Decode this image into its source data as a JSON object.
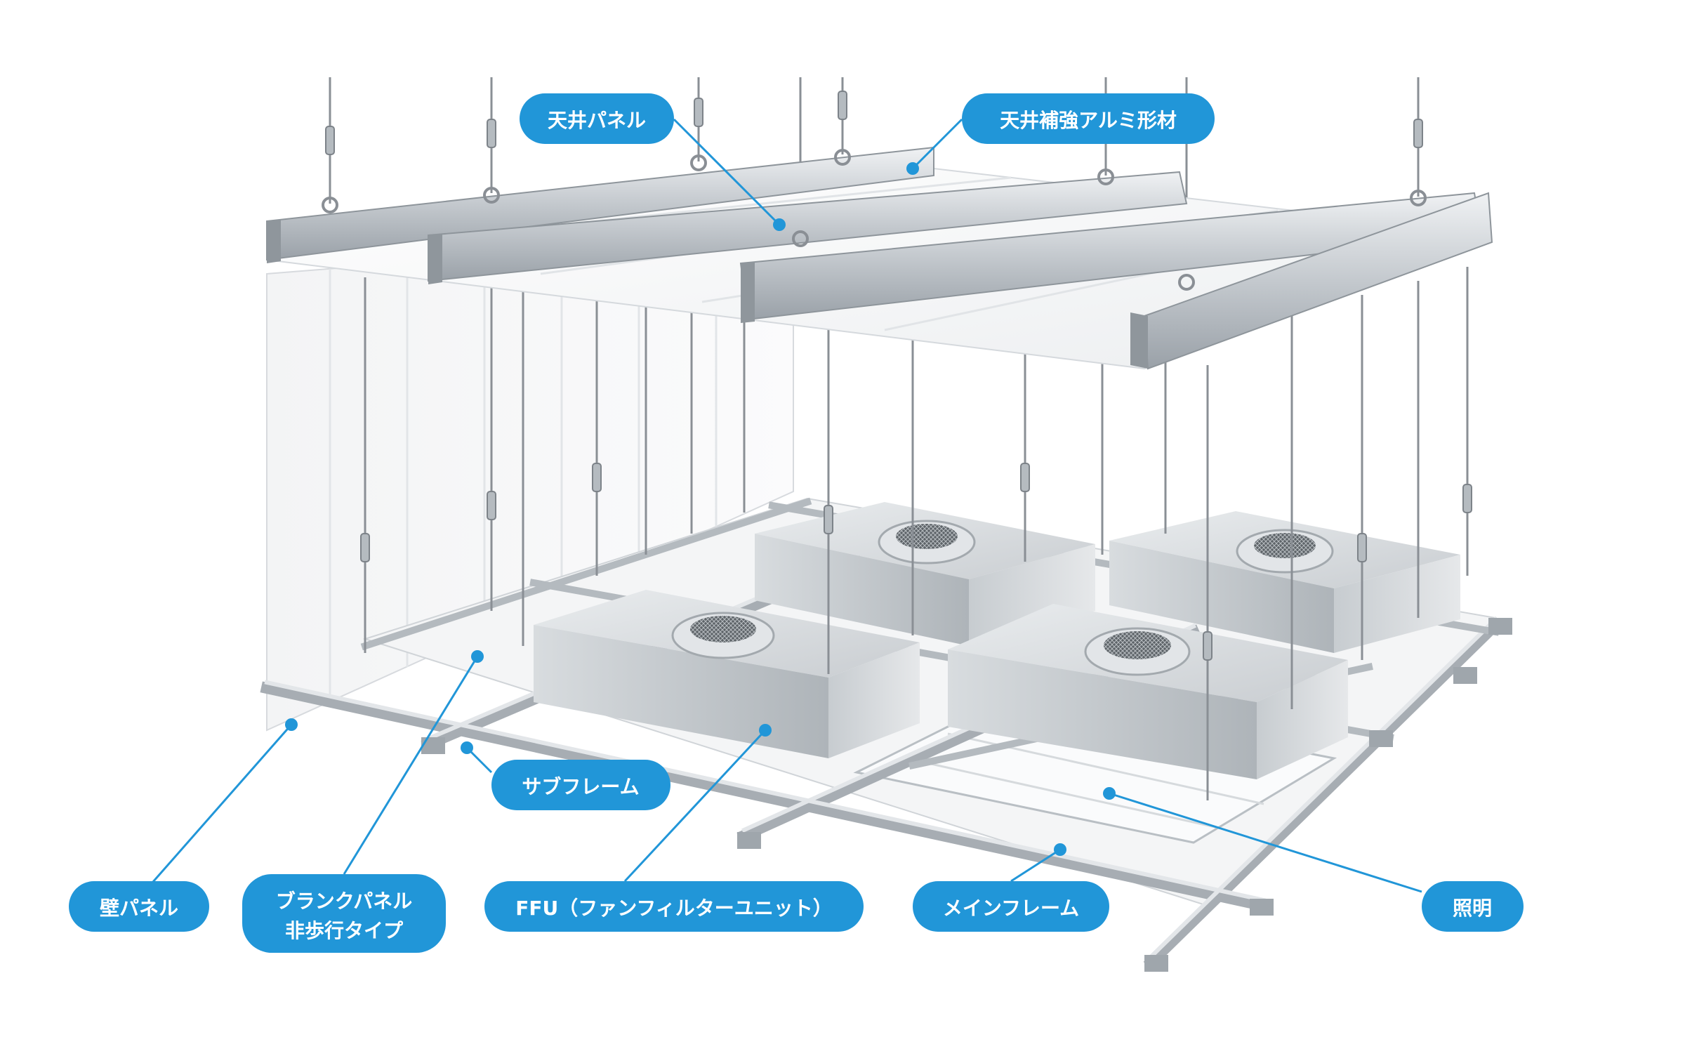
{
  "colors": {
    "callout_blue": "#2196d8",
    "label_text": "#ffffff",
    "aluminum_light": "#e4e7ea",
    "aluminum_dark": "#9aa1a8",
    "panel_white": "#f6f7f8",
    "wire": "#8a8f95"
  },
  "labels": {
    "ceiling_panel": "天井パネル",
    "ceiling_reinforcement": "天井補強アルミ形材",
    "sub_frame": "サブフレーム",
    "wall_panel": "壁パネル",
    "blank_panel_line1": "ブランクパネル",
    "blank_panel_line2": "非歩行タイプ",
    "ffu": "FFU（ファンフィルターユニット）",
    "main_frame": "メインフレーム",
    "lighting": "照明"
  }
}
